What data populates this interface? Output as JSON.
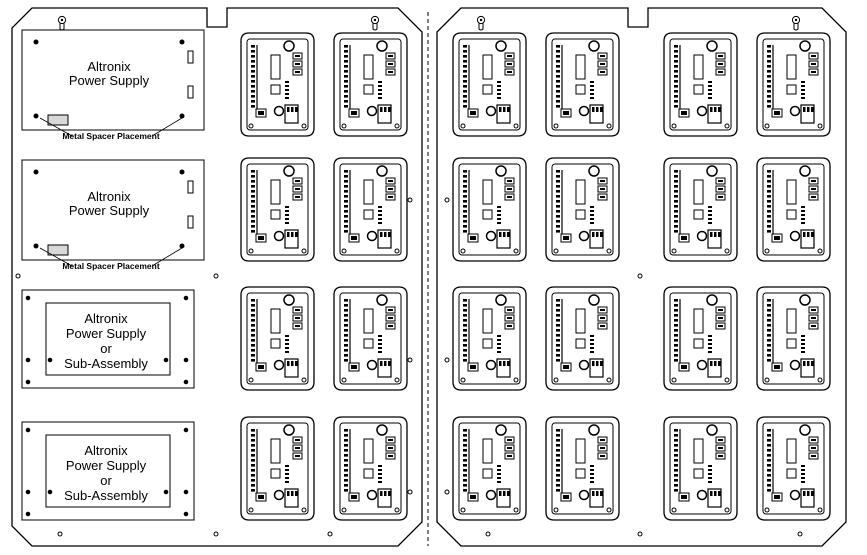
{
  "colors": {
    "line": "#000000",
    "background": "#ffffff",
    "spacer_fill": "#d8d8d8"
  },
  "left_panel": {
    "supplies": [
      {
        "lines": [
          "Altronix",
          "Power Supply"
        ],
        "note": "Metal Spacer Placement"
      },
      {
        "lines": [
          "Altronix",
          "Power Supply"
        ],
        "note": "Metal Spacer Placement"
      },
      {
        "lines": [
          "Altronix",
          "Power Supply",
          "or",
          "Sub-Assembly"
        ]
      },
      {
        "lines": [
          "Altronix",
          "Power Supply",
          "or",
          "Sub-Assembly"
        ]
      }
    ],
    "board_columns": 2,
    "board_rows": 4
  },
  "right_panel": {
    "board_columns": 4,
    "board_rows": 4
  },
  "icons": {
    "mount_hole": "keyhole-icon",
    "screw": "screw-hole-icon",
    "board": "access-controller-board"
  }
}
